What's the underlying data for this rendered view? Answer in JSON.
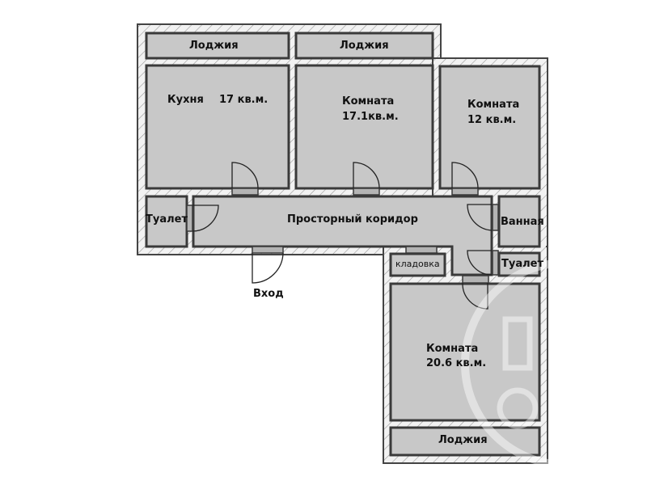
{
  "plan": {
    "colors": {
      "background": "#ffffff",
      "room_fill": "#c8c8c8",
      "wall_stroke": "#3a3a3a",
      "wall_fill": "#f0f0f0",
      "hatch": "#9a9a9a",
      "text": "#111111"
    },
    "rooms": {
      "loggia_1": {
        "name": "Лоджия"
      },
      "loggia_2": {
        "name": "Лоджия"
      },
      "kitchen": {
        "name": "Кухня",
        "area": "17 кв.м."
      },
      "room_1": {
        "name": "Комната",
        "area": "17.1кв.м."
      },
      "room_2": {
        "name": "Комната",
        "area": "12 кв.м."
      },
      "toilet_1": {
        "name": "Туалет"
      },
      "corridor": {
        "name": "Просторный коридор"
      },
      "bathroom": {
        "name": "Ванная"
      },
      "storage": {
        "name": "кладовка"
      },
      "toilet_2": {
        "name": "Туалет"
      },
      "room_3": {
        "name": "Комната",
        "area": "20.6 кв.м."
      },
      "loggia_3": {
        "name": "Лоджия"
      }
    },
    "entrance": {
      "label": "Вход"
    },
    "watermark": {
      "icon": "circular-logo-watermark"
    }
  }
}
